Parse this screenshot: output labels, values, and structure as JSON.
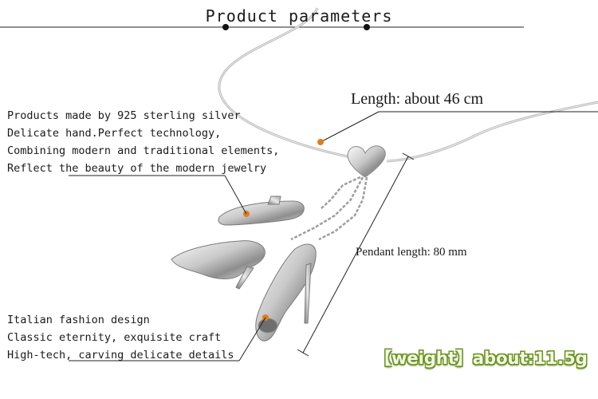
{
  "title": "Product parameters",
  "description_top": [
    "Products made by 925 sterling silver",
    "Delicate hand.Perfect technology,",
    "Combining modern and traditional elements,",
    "Reflect the beauty of the modern jewelry"
  ],
  "description_bottom": [
    "Italian fashion design",
    "Classic eternity, exquisite craft",
    "High-tech, carving delicate details"
  ],
  "length_label": "Length: about 46 cm",
  "pendant_label": "Pendant length: 80 mm",
  "weight_label": "【weight】about:11.5g",
  "colors": {
    "marker_dot": "#e07d1c",
    "weight_text": "#f3f7e6",
    "weight_outline": "#6a9420"
  }
}
